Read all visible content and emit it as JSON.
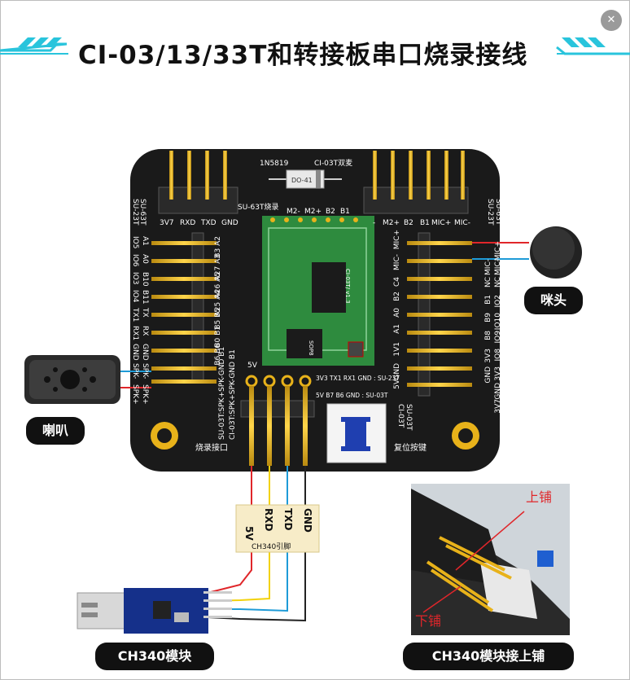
{
  "header": {
    "title": "CI-03/13/33T和转接板串口烧录接线",
    "close_icon": "close-icon"
  },
  "board": {
    "diode_label": "1N5819",
    "diode_body": "DO-41",
    "variant_label": "CI-03T双麦",
    "su63_label": "SU-63T烧录",
    "top_left_pins": [
      "3V7",
      "RXD",
      "TXD",
      "GND"
    ],
    "top_mid_labels": [
      "M2-",
      "M2+",
      "B2",
      "B1"
    ],
    "top_right_pins": [
      "-",
      "M2+",
      "B2",
      "B1",
      "MIC+",
      "MIC-"
    ],
    "left_pins": [
      "A1",
      "A0",
      "B10",
      "B11",
      "TX",
      "RX",
      "GND",
      "SPK-",
      "SPK+"
    ],
    "left_inner_pins": [
      "B3 A2",
      "A27 A3",
      "A26 A5",
      "A25 A4",
      "B5 B5",
      "B0 B1",
      "B6 B6"
    ],
    "left_side_tags": [
      "SU-63T",
      "SU-23T"
    ],
    "left_io_pins": [
      "IO5",
      "IO6",
      "IO3",
      "IO4",
      "TX1",
      "RX1",
      "GND",
      "SPK-",
      "SPK+"
    ],
    "right_io_pins": [
      "MIC+",
      "MIC-",
      "NC",
      "IO2",
      "IO10",
      "IO9",
      "IO8",
      "3V3",
      "GND",
      "3V7"
    ],
    "right_inner_pins": [
      "MIC+",
      "MIC-",
      "C4",
      "B2",
      "A0",
      "A1",
      "1V1",
      "GND",
      "5V"
    ],
    "right_mid_pins": [
      "MIC-",
      "NC",
      "B1",
      "B9",
      "B8",
      "3V3",
      "GND"
    ],
    "right_side_tags": [
      "SU-23T",
      "SU-63T"
    ],
    "bottom_right_tags": [
      "CI-03T",
      "SU-03T"
    ],
    "module_line1": "3V3 TX1 RX1 GND : SU-23T",
    "module_line2": "5V  B7  B6  GND : SU-03T",
    "burn_port_label": "烧录接口",
    "reset_label": "复位按键",
    "fivev_label": "5V",
    "bottom_left_tag1": "SU-03T:SPK+SPK-GND B1",
    "bottom_left_tag2": "CI-03T:SPK+SPK-GND B1",
    "chip_text": "CI-03T/ v1.3",
    "chip2_text": "SOP8"
  },
  "pinout_card": {
    "pins": [
      "5V",
      "RXD",
      "TXD",
      "GND"
    ],
    "label": "CH340引脚"
  },
  "wire_colors": {
    "5v": "#e0262a",
    "rxd": "#f2d20c",
    "txd": "#1e9bd7",
    "gnd": "#222222"
  },
  "labels": {
    "mic": "咪头",
    "speaker": "喇叭",
    "ch340": "CH340模块",
    "upper": "CH340模块接上铺"
  },
  "photo": {
    "top_label": "上铺",
    "bottom_label": "下铺"
  },
  "colors": {
    "board": "#1a1a1a",
    "pin_gold": "#e8b21a",
    "module_green": "#2e8b3e",
    "accent_cyan": "#29c4dc"
  }
}
